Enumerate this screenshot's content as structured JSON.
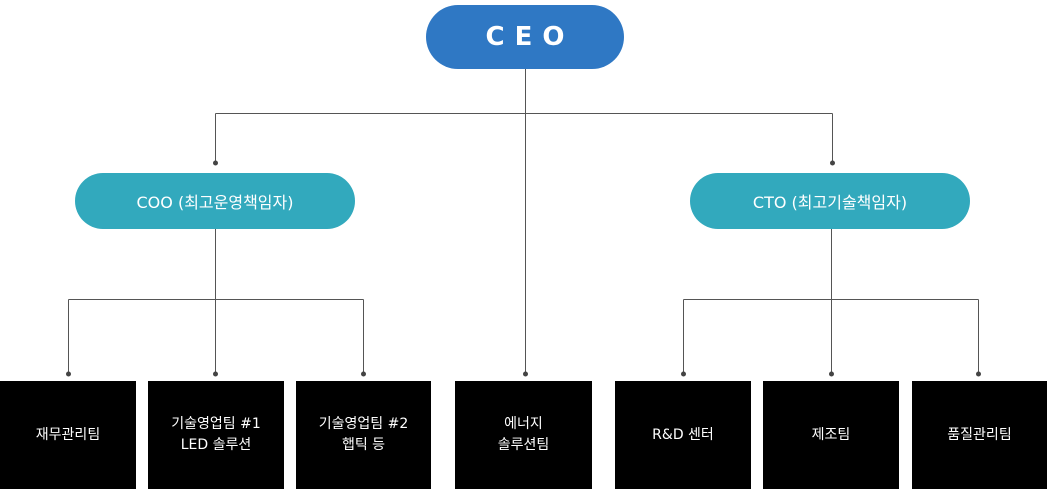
{
  "ceo": {
    "label": "CEO"
  },
  "coo": {
    "label": "COO (최고운영책임자)"
  },
  "cto": {
    "label": "CTO (최고기술책임자)"
  },
  "teams": [
    {
      "lines": [
        "재무관리팀"
      ]
    },
    {
      "lines": [
        "기술영업팀 #1",
        "LED 솔루션"
      ]
    },
    {
      "lines": [
        "기술영업팀 #2",
        "햅틱 등"
      ]
    },
    {
      "lines": [
        "에너지",
        "솔루션팀"
      ]
    },
    {
      "lines": [
        "R&D 센터"
      ]
    },
    {
      "lines": [
        "제조팀"
      ]
    },
    {
      "lines": [
        "품질관리팀"
      ]
    }
  ],
  "colors": {
    "ceo": "#2f78c4",
    "exec": "#32a9bd",
    "team": "#000000",
    "line": "#555555"
  }
}
